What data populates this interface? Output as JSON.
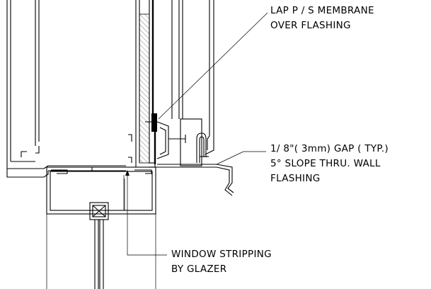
{
  "notes": {
    "membrane": [
      "LAP P / S MEMBRANE",
      "OVER FLASHING"
    ],
    "gap": [
      "1/ 8\"( 3mm)  GAP ( TYP.)",
      "5° SLOPE THRU. WALL",
      "FLASHING"
    ],
    "stripping": [
      "WINDOW STRIPPING",
      "BY GLAZER"
    ]
  }
}
